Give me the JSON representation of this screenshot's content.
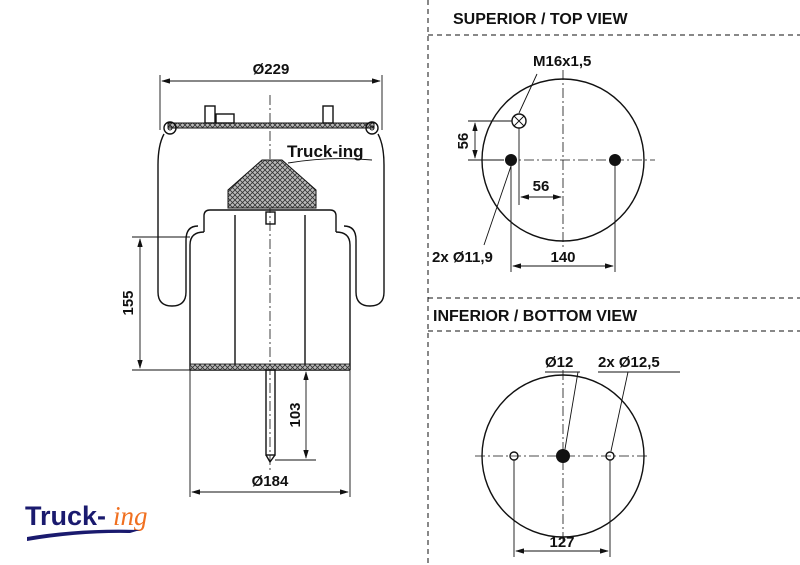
{
  "side_view": {
    "top_diameter": "Ø229",
    "height_155": "155",
    "stud_103": "103",
    "bottom_diameter": "Ø184",
    "watermark": "Truck-ing"
  },
  "top_view": {
    "title": "SUPERIOR / TOP VIEW",
    "thread": "M16x1,5",
    "offset_v": "56",
    "offset_h": "56",
    "holes": "2x Ø11,9",
    "spacing": "140"
  },
  "bottom_view": {
    "title": "INFERIOR / BOTTOM VIEW",
    "center_hole": "Ø12",
    "holes": "2x Ø12,5",
    "spacing": "127"
  },
  "logo": {
    "text_main": "Truck-",
    "text_accent": "ing",
    "main_color": "#1a1a6e",
    "accent_color": "#f07020"
  }
}
